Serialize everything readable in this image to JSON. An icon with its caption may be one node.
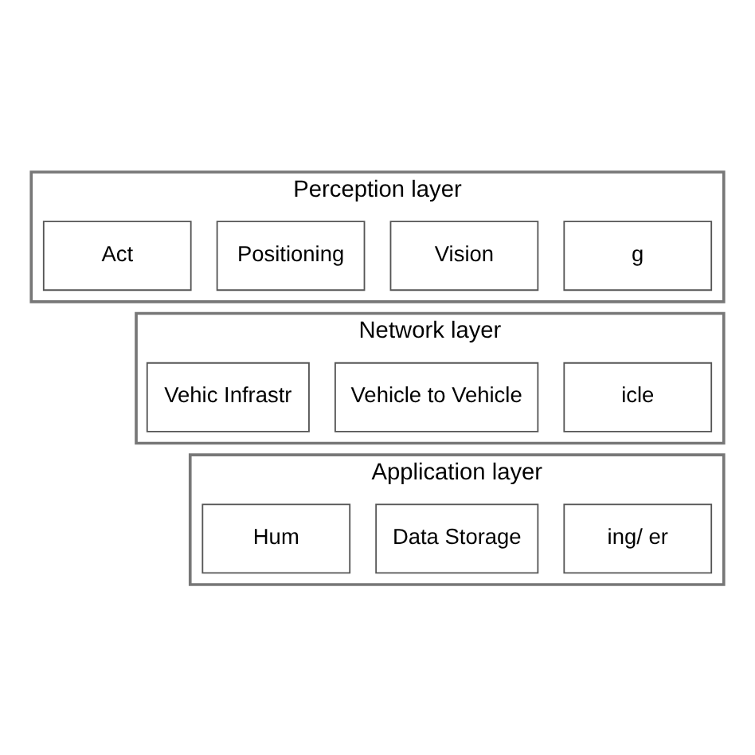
{
  "diagram": {
    "nodes": [
      {
        "text": [
          "Perception layer"
        ]
      },
      {
        "text": [
          "g"
        ],
        "in": 0
      },
      {
        "text": [
          "Vision"
        ],
        "in": 0
      },
      {
        "text": [
          "Positioning"
        ],
        "in": 0
      },
      {
        "text": [
          "Act"
        ],
        "in": 0
      },
      {
        "text": [
          "Network layer"
        ]
      },
      {
        "text": [
          "icle"
        ],
        "in": 5
      },
      {
        "text": [
          "Vehicle to Vehicle"
        ],
        "in": 5
      },
      {
        "text": [
          "Vehic Infrastr"
        ],
        "in": 5
      },
      {
        "text": [
          "Application layer"
        ]
      },
      {
        "text": [
          "ing/ er"
        ],
        "in": 9
      },
      {
        "text": [
          "Data Storage"
        ],
        "in": 9
      },
      {
        "text": [
          "Hum"
        ],
        "in": 9
      }
    ]
  }
}
